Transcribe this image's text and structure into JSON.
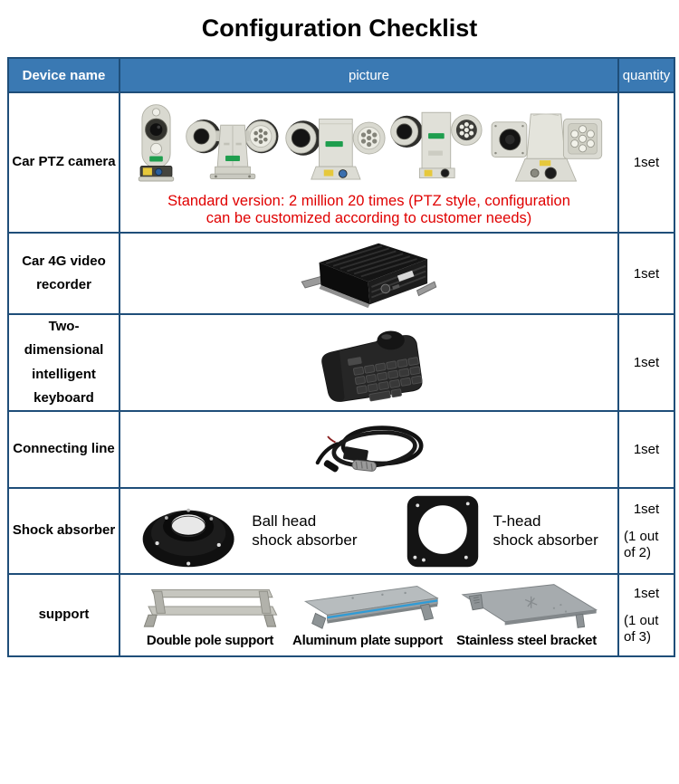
{
  "title": "Configuration Checklist",
  "header": {
    "device": "Device name",
    "picture": "picture",
    "quantity": "quantity"
  },
  "rows": [
    {
      "device": "Car PTZ camera",
      "quantity": "1set",
      "note": "Standard version: 2 million 20 times (PTZ style, configuration\ncan be customized according to customer needs)"
    },
    {
      "device": "Car 4G video recorder",
      "quantity": "1set"
    },
    {
      "device": "Two-dimensional intelligent keyboard",
      "quantity": "1set"
    },
    {
      "device": "Connecting line",
      "quantity": "1set"
    },
    {
      "device": "Shock absorber",
      "quantity": "1set",
      "quantity_note": "(1 out of 2)",
      "items": {
        "ball": "Ball head\nshock absorber",
        "thead": "T-head\nshock absorber"
      }
    },
    {
      "device": "support",
      "quantity": "1set",
      "quantity_note": "(1 out of 3)",
      "items": {
        "double": "Double pole support",
        "aluminum": "Aluminum plate support",
        "stainless": "Stainless steel bracket"
      }
    }
  ],
  "colors": {
    "header_bg": "#3A79B3",
    "table_border": "#1F4E79",
    "note_red": "#E00000",
    "camera_label_green": "#1F9E4E",
    "support_stripe_blue": "#2F9BD6"
  }
}
